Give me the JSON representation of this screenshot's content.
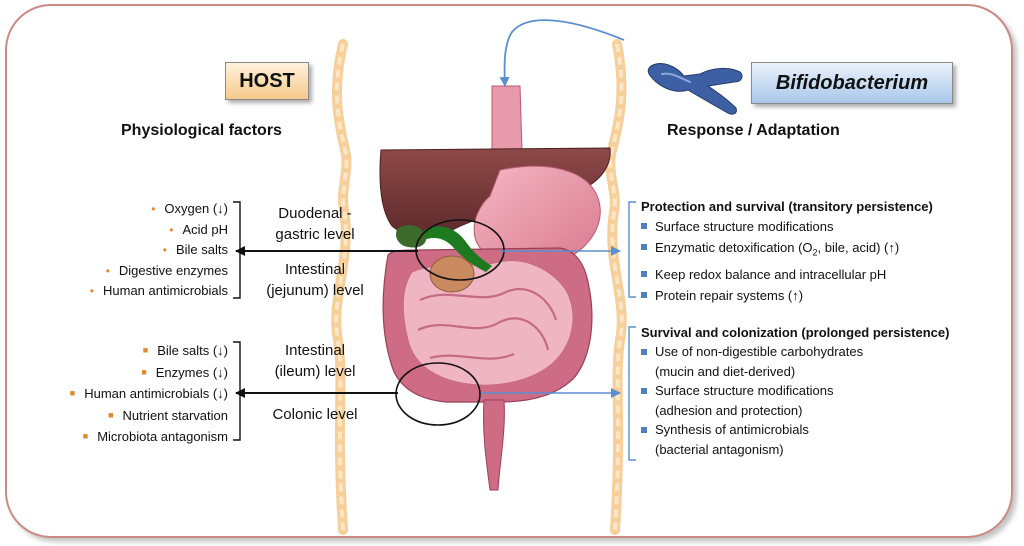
{
  "host": {
    "box_label": "HOST",
    "heading": "Physiological factors",
    "upper_factors": [
      "Oxygen (↓)",
      "Acid pH",
      "Bile salts",
      "Digestive enzymes",
      "Human antimicrobials"
    ],
    "lower_factors": [
      "Bile salts (↓)",
      "Enzymes (↓)",
      "Human antimicrobials (↓)",
      "Nutrient starvation",
      "Microbiota antagonism"
    ]
  },
  "levels": {
    "upper_a": "Duodenal -",
    "upper_b": "gastric level",
    "upper_c": "Intestinal",
    "upper_d": "(jejunum) level",
    "lower_a": "Intestinal",
    "lower_b": "(ileum) level",
    "lower_c": "Colonic level"
  },
  "bacterium": {
    "box_label": "Bifidobacterium",
    "heading": "Response / Adaptation"
  },
  "protection": {
    "title": "Protection and survival (transitory persistence)",
    "items": {
      "surface": "Surface structure modifications",
      "detox_a": "Enzymatic detoxification (O",
      "detox_sub": "2",
      "detox_b": ", bile, acid) (↑)",
      "redox": "Keep redox balance and intracellular pH",
      "repair": "Protein repair systems (↑)"
    }
  },
  "colonization": {
    "title": "Survival and colonization (prolonged persistence)",
    "items": [
      {
        "line1": "Use of non-digestible carbohydrates",
        "line2": "(mucin and diet-derived)"
      },
      {
        "line1": "Surface structure modifications",
        "line2": "(adhesion and protection)"
      },
      {
        "line1": "Synthesis of antimicrobials",
        "line2": "(bacterial antagonism)"
      }
    ]
  },
  "colors": {
    "frame_border": "#c98a86",
    "host_box": "#f6c98c",
    "bacterium_box": "#a9c7ea",
    "bullet_orange": "#e08a2c",
    "bullet_blue": "#4f81bd",
    "arrow_blue": "#5b8fd0",
    "arrow_black": "#111111",
    "spine": "#f6cf9a",
    "liver": "#7a3b3b",
    "gallbladder": "#1e7a1e",
    "intestine": "#c8607a",
    "bacterium_icon": "#3d5fa3"
  },
  "icons": [
    "spine-icon",
    "digestive-tract-icon",
    "bifidobacterium-icon",
    "bracket-icon",
    "arrow-icon"
  ]
}
